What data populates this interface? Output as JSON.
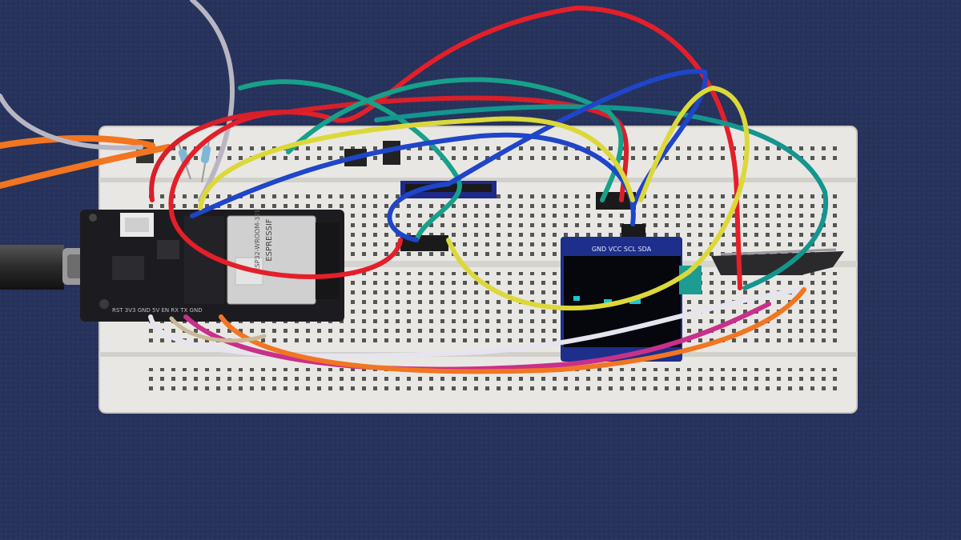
{
  "photo": {
    "background_color": "#26325a",
    "breadboard_color": "#eceae6",
    "esp32_board": {
      "module_brand": "ESPRESSIF",
      "module_model": "ESP32-WROOM-32E",
      "pin_labels": "RST 3V3 GND 5V EN RX TX GND",
      "board_color": "#1c1c20"
    },
    "oled_display": {
      "pin_labels": "GND VCC SCL SDA",
      "pcb_color": "#1d2f8a",
      "screen_color": "#05070d",
      "pixel_color": "#19c6d8"
    },
    "wire_colors": {
      "red": "#e41f2a",
      "blue": "#1f45c8",
      "green": "#17a08a",
      "yellow": "#dcd83a",
      "orange": "#f27522",
      "white": "#e6e4ee",
      "magenta": "#c8308a",
      "teal": "#14958e"
    }
  }
}
